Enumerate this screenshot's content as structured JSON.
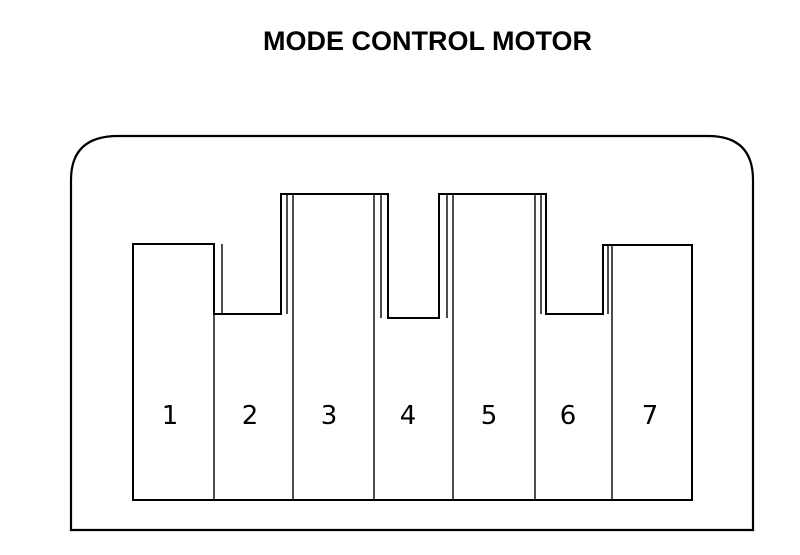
{
  "title": "MODE CONTROL MOTOR",
  "colors": {
    "background": "#ffffff",
    "line": "#000000"
  },
  "pins": [
    {
      "label": "1"
    },
    {
      "label": "2"
    },
    {
      "label": "3"
    },
    {
      "label": "4"
    },
    {
      "label": "5"
    },
    {
      "label": "6"
    },
    {
      "label": "7"
    }
  ]
}
